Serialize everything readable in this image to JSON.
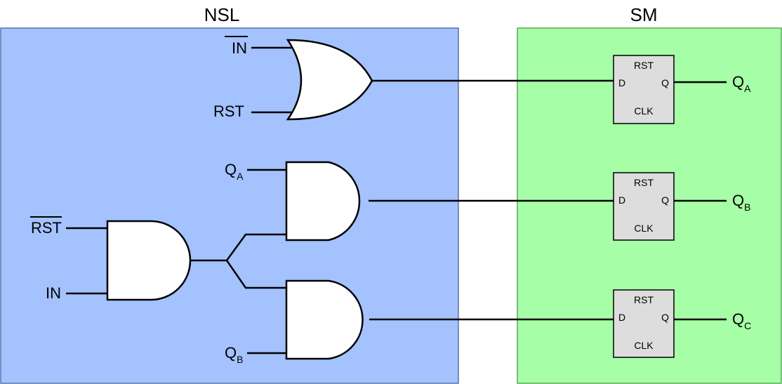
{
  "blocks": {
    "nsl": {
      "title": "NSL",
      "fill": "#a4c2fe",
      "stroke": "#5d72a8"
    },
    "sm": {
      "title": "SM",
      "fill": "#a6fea6",
      "stroke": "#5aa85a"
    }
  },
  "inputs": {
    "in_bar": "IN",
    "rst": "RST",
    "qa": {
      "main": "Q",
      "sub": "A"
    },
    "rst_bar": "RST",
    "in": "IN",
    "qb": {
      "main": "Q",
      "sub": "B"
    }
  },
  "flipflops": [
    {
      "rst": "RST",
      "d": "D",
      "q": "Q",
      "clk": "CLK",
      "out": {
        "main": "Q",
        "sub": "A"
      }
    },
    {
      "rst": "RST",
      "d": "D",
      "q": "Q",
      "clk": "CLK",
      "out": {
        "main": "Q",
        "sub": "B"
      }
    },
    {
      "rst": "RST",
      "d": "D",
      "q": "Q",
      "clk": "CLK",
      "out": {
        "main": "Q",
        "sub": "C"
      }
    }
  ],
  "colors": {
    "flipflop_fill": "#dddddd",
    "gate_fill": "#ffffff",
    "wire": "#000000"
  }
}
